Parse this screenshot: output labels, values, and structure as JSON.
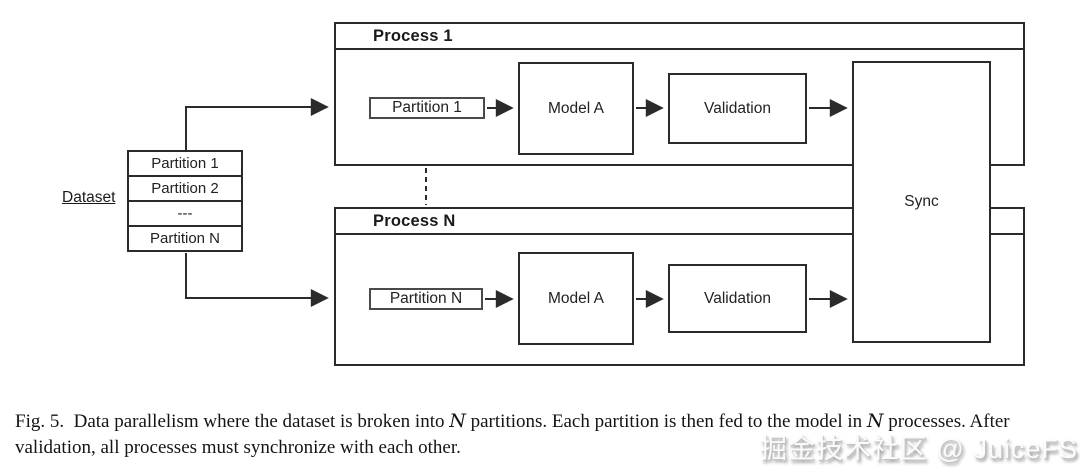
{
  "diagram": {
    "dataset": {
      "label": "Dataset",
      "rows": [
        "Partition 1",
        "Partition 2",
        "---",
        "Partition N"
      ]
    },
    "process1": {
      "title": "Process 1",
      "partition": "Partition 1",
      "model": "Model A",
      "validation": "Validation"
    },
    "processN": {
      "title": "Process N",
      "partition": "Partition N",
      "model": "Model A",
      "validation": "Validation"
    },
    "sync_label": "Sync"
  },
  "caption": {
    "seg1": "Fig. 5.  Data parallelism where the dataset is broken into ",
    "n1": "N",
    "seg2": " partitions. Each partition is then fed to the model in ",
    "n2": "N",
    "seg3": " processes. After",
    "line2": "validation, all processes must synchronize with each other."
  },
  "watermark": {
    "text": "掘金技术社区 @ JuiceFS"
  },
  "colors": {
    "background": "#ffffff",
    "line": "#2b2b2b",
    "caption_text": "#141414",
    "watermark_shadow": "#8a8a8a"
  }
}
